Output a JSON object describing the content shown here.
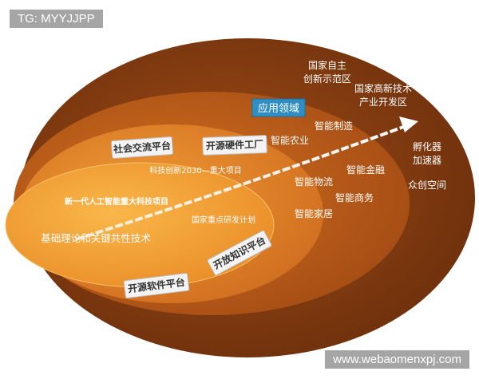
{
  "watermark_top": "TG: MYYJJPP",
  "watermark_bottom": "www.webaomenxpj.com",
  "colors": {
    "outer": "#8a3f12",
    "middle": "#c05e1b",
    "inner": "#e38a2e",
    "core": "#f4a940",
    "app_box": "#2f8fc4"
  },
  "outer_ring": {
    "zone_1": "国家自主\n创新示范区",
    "zone_2": "国家高新技术\n产业开发区",
    "incubator": "孵化器\n加速器",
    "maker_space": "众创空间"
  },
  "application": {
    "title": "应用领域",
    "items": [
      "智能制造",
      "智能农业",
      "智能金融",
      "智能物流",
      "智能商务",
      "智能家居"
    ]
  },
  "platforms": {
    "social": "社会交流平台",
    "hardware": "开源硬件工厂",
    "knowledge": "开放知识平台",
    "software": "开源软件平台"
  },
  "projects": {
    "major": "科技创新2030—重大项目",
    "key_plan": "国家重点研发计划",
    "ai_major": "新一代人工智能重大科技项目",
    "basic": "基础理论和关键共性技术"
  }
}
